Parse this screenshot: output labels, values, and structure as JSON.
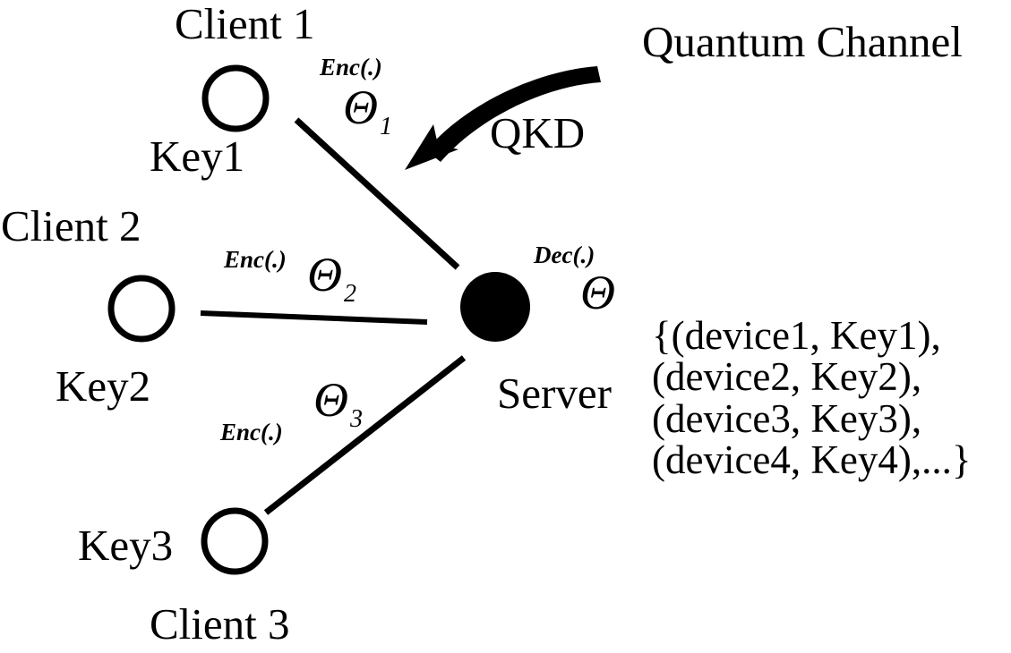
{
  "diagram": {
    "title_quantum_channel": "Quantum Channel",
    "qkd_label": "QKD",
    "server_label": "Server",
    "server_decrypt_fn": "Dec(.)",
    "server_theta": "Θ",
    "clients": [
      {
        "name": "Client 1",
        "key": "Key1",
        "enc_fn": "Enc(.)",
        "theta": "Θ",
        "theta_sub": "1"
      },
      {
        "name": "Client 2",
        "key": "Key2",
        "enc_fn": "Enc(.)",
        "theta": "Θ",
        "theta_sub": "2"
      },
      {
        "name": "Client 3",
        "key": "Key3",
        "enc_fn": "Enc(.)",
        "theta": "Θ",
        "theta_sub": "3"
      }
    ],
    "device_key_map": [
      "{(device1, Key1),",
      "(device2, Key2),",
      "(device3, Key3),",
      "(device4, Key4),...}"
    ],
    "colors": {
      "background": "#ffffff",
      "ink": "#000000",
      "server_fill": "#000000"
    }
  }
}
